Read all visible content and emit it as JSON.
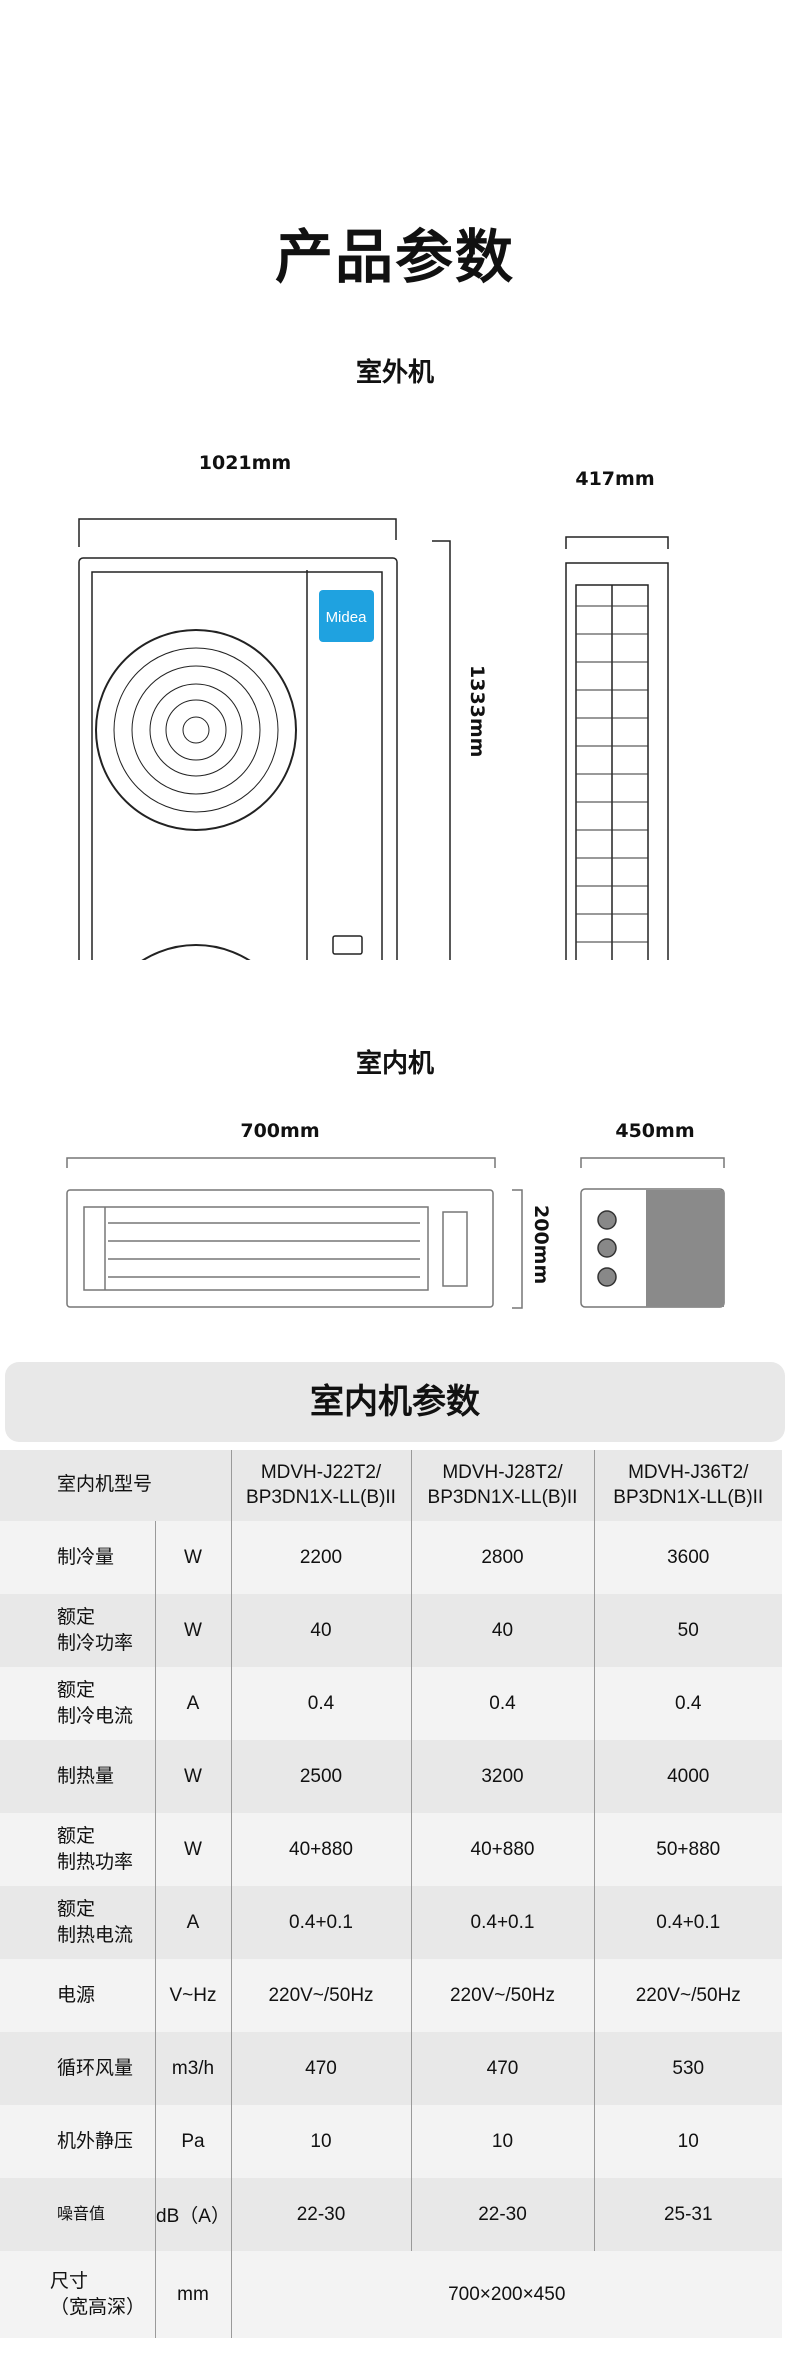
{
  "page_title": "产品参数",
  "outdoor": {
    "title": "室外机",
    "width": "1021mm",
    "height": "1333mm",
    "depth": "417mm",
    "brand_logo": "Midea"
  },
  "indoor": {
    "title": "室内机",
    "width": "700mm",
    "depth": "450mm",
    "height": "200mm"
  },
  "params": {
    "title": "室内机参数",
    "model_header": "室内机型号",
    "models": [
      {
        "line1": "MDVH-J22T2/",
        "line2": "BP3DN1X-LL(B)II"
      },
      {
        "line1": "MDVH-J28T2/",
        "line2": "BP3DN1X-LL(B)II"
      },
      {
        "line1": "MDVH-J36T2/",
        "line2": "BP3DN1X-LL(B)II"
      }
    ],
    "rows": [
      {
        "l1": "制冷量",
        "l2": "",
        "unit": "W",
        "v": [
          "2200",
          "2800",
          "3600"
        ]
      },
      {
        "l1": "额定",
        "l2": "制冷功率",
        "unit": "W",
        "v": [
          "40",
          "40",
          "50"
        ]
      },
      {
        "l1": "额定",
        "l2": "制冷电流",
        "unit": "A",
        "v": [
          "0.4",
          "0.4",
          "0.4"
        ]
      },
      {
        "l1": "制热量",
        "l2": "",
        "unit": "W",
        "v": [
          "2500",
          "3200",
          "4000"
        ]
      },
      {
        "l1": "额定",
        "l2": "制热功率",
        "unit": "W",
        "v": [
          "40+880",
          "40+880",
          "50+880"
        ]
      },
      {
        "l1": "额定",
        "l2": "制热电流",
        "unit": "A",
        "v": [
          "0.4+0.1",
          "0.4+0.1",
          "0.4+0.1"
        ]
      },
      {
        "l1": "电源",
        "l2": "",
        "unit": "V~Hz",
        "v": [
          "220V~/50Hz",
          "220V~/50Hz",
          "220V~/50Hz"
        ]
      },
      {
        "l1": "循环风量",
        "l2": "",
        "unit": "m3/h",
        "v": [
          "470",
          "470",
          "530"
        ]
      },
      {
        "l1": "机外静压",
        "l2": "",
        "unit": "Pa",
        "v": [
          "10",
          "10",
          "10"
        ]
      },
      {
        "l1": "噪音值",
        "l2": "",
        "unit": "dB（A）",
        "v": [
          "22-30",
          "22-30",
          "25-31"
        ]
      }
    ],
    "size_row": {
      "l1": "尺寸",
      "l2": "（宽高深）",
      "unit": "mm",
      "value": "700×200×450"
    }
  }
}
